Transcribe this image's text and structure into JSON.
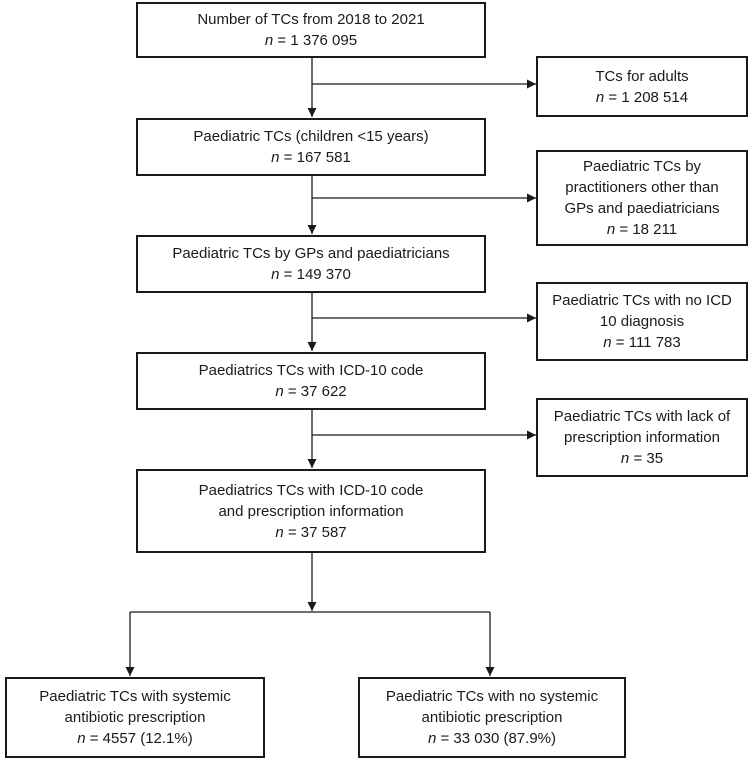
{
  "boxes": {
    "total": {
      "lines": [
        "Number of TCs from 2018 to 2021"
      ],
      "n_symbol": "n",
      "n_value": "= 1 376 095"
    },
    "adults": {
      "lines": [
        "TCs for adults"
      ],
      "n_symbol": "n",
      "n_value": "= 1 208 514"
    },
    "paediatric": {
      "lines": [
        "Paediatric TCs (children <15 years)"
      ],
      "n_symbol": "n",
      "n_value": "= 167 581"
    },
    "other_practitioners": {
      "lines": [
        "Paediatric TCs by",
        "practitioners other than",
        "GPs and paediatricians"
      ],
      "n_symbol": "n",
      "n_value": "= 18 211"
    },
    "gps_paed": {
      "lines": [
        "Paediatric TCs by GPs and paediatricians"
      ],
      "n_symbol": "n",
      "n_value": "= 149 370"
    },
    "no_icd": {
      "lines": [
        "Paediatric TCs with no ICD",
        "10 diagnosis"
      ],
      "n_symbol": "n",
      "n_value": "= 111 783"
    },
    "with_icd": {
      "lines": [
        "Paediatrics TCs with ICD-10 code"
      ],
      "n_symbol": "n",
      "n_value": "= 37 622"
    },
    "lack_prescription": {
      "lines": [
        "Paediatric TCs with lack of",
        "prescription information"
      ],
      "n_symbol": "n",
      "n_value": "= 35"
    },
    "icd_prescription": {
      "lines": [
        "Paediatrics TCs with ICD-10 code",
        "and prescription information"
      ],
      "n_symbol": "n",
      "n_value": "= 37 587"
    },
    "systemic_antibiotic": {
      "lines": [
        "Paediatric TCs with systemic",
        "antibiotic prescription"
      ],
      "n_symbol": "n",
      "n_value": "= 4557 (12.1%)"
    },
    "no_systemic_antibiotic": {
      "lines": [
        "Paediatric TCs with no systemic",
        "antibiotic prescription"
      ],
      "n_symbol": "n",
      "n_value": "= 33 030 (87.9%)"
    }
  },
  "colors": {
    "stroke": "#1a1a1a",
    "background": "#ffffff"
  }
}
